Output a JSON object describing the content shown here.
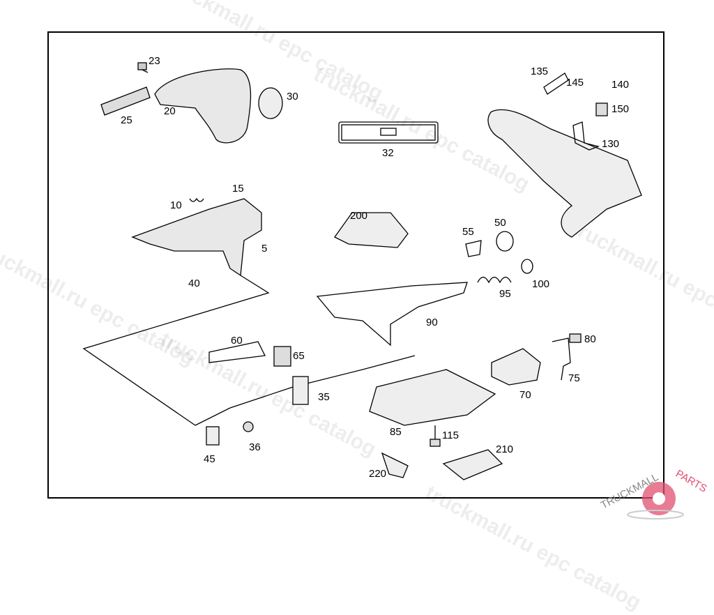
{
  "diagram": {
    "labels": [
      "23",
      "30",
      "20",
      "25",
      "32",
      "135",
      "145",
      "140",
      "150",
      "130",
      "15",
      "10",
      "5",
      "40",
      "200",
      "55",
      "50",
      "100",
      "95",
      "90",
      "60",
      "65",
      "80",
      "75",
      "70",
      "35",
      "85",
      "115",
      "210",
      "45",
      "36",
      "220"
    ],
    "sticker_icon": "book-icon"
  },
  "watermark": {
    "text": "truckmall.ru epc catalog"
  },
  "logo": {
    "text_left": "TRUCKMALL",
    "text_right": "PARTS",
    "color": "#e05070"
  }
}
